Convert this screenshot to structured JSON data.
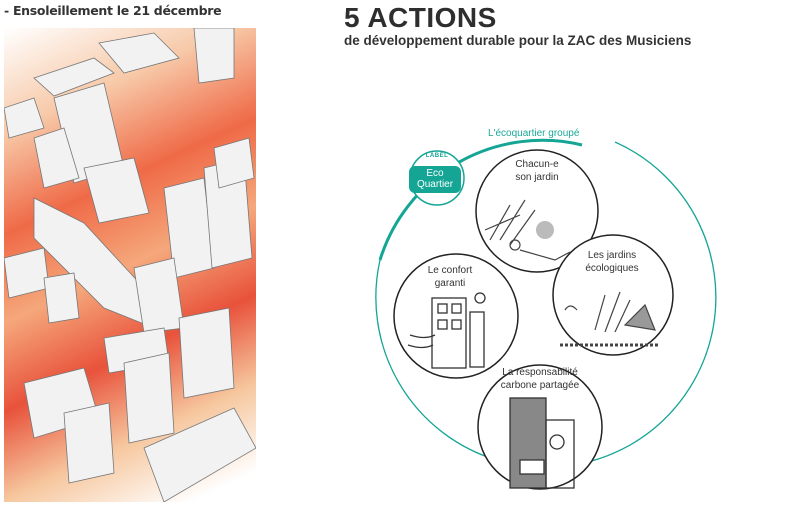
{
  "caption": "- Ensoleillement le 21 décembre",
  "header": {
    "title": "5 ACTIONS",
    "subtitle": "de développement durable pour la ZAC des Musiciens"
  },
  "diagram": {
    "outer_label": "L'écoquartier groupé",
    "badge": {
      "line1": "Eco",
      "line2": "Quartier",
      "ring_text": "LABEL"
    },
    "actions": [
      {
        "label1": "Chacun-e",
        "label2": "son jardin",
        "icon": "garden-lounger-icon"
      },
      {
        "label1": "Les jardins",
        "label2": "écologiques",
        "icon": "ecological-garden-icon"
      },
      {
        "label1": "Le confort",
        "label2": "garanti",
        "icon": "building-sun-icon"
      },
      {
        "label1": "La responsabilité",
        "label2": "carbone partagée",
        "icon": "building-bike-charging-icon"
      }
    ],
    "accent_color": "#14a595"
  },
  "colors": {
    "heat_high": "#e8523b",
    "heat_low": "#f7d9a0"
  }
}
